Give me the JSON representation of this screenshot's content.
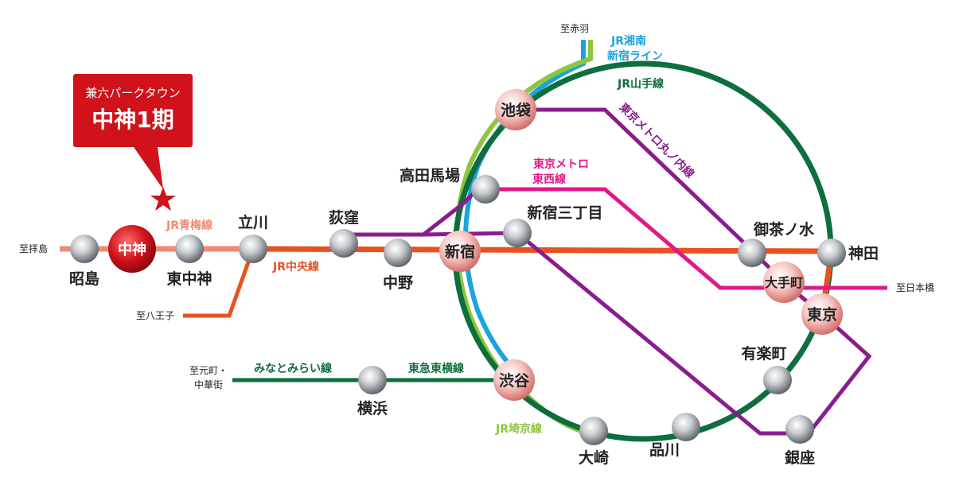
{
  "callout": {
    "subtitle": "兼六パークタウン",
    "title": "中神1期"
  },
  "colors": {
    "yamanote": "#0e6e3d",
    "chuo": "#e8521f",
    "ome": "#f08a72",
    "saikyo": "#8cc63f",
    "shonan": "#1ba3dc",
    "marunouchi": "#8a1d8e",
    "tozai": "#e0198a",
    "toyoko": "#0e6e3d",
    "callout": "#d0121b"
  },
  "lines": {
    "yamanote": "JR山手線",
    "chuo": "JR中央線",
    "ome": "JR青梅線",
    "saikyo": "JR埼京線",
    "shonan_1": "JR湘南",
    "shonan_2": "新宿ライン",
    "marunouchi": "東京メトロ丸ノ内線",
    "tozai_1": "東京メトロ",
    "tozai_2": "東西線",
    "minatomirai": "みなとみらい線",
    "toyoko": "東急東横線"
  },
  "destinations": {
    "haijima": "至拝島",
    "hachioji": "至八王子",
    "akabane": "至赤羽",
    "nihonbashi": "至日本橋",
    "motomachi_1": "至元町・",
    "motomachi_2": "中華街"
  },
  "stations": {
    "nakagami": "中神",
    "akishima": "昭島",
    "higashi_nakagami": "東中神",
    "tachikawa": "立川",
    "ogikubo": "荻窪",
    "nakano": "中野",
    "shinjuku": "新宿",
    "takadanobaba": "高田馬場",
    "shinjuku_sanchome": "新宿三丁目",
    "ikebukuro": "池袋",
    "ochanomizu": "御茶ノ水",
    "kanda": "神田",
    "otemachi": "大手町",
    "tokyo": "東京",
    "yurakucho": "有楽町",
    "ginza": "銀座",
    "shinagawa": "品川",
    "osaki": "大崎",
    "shibuya": "渋谷",
    "yokohama": "横浜"
  }
}
